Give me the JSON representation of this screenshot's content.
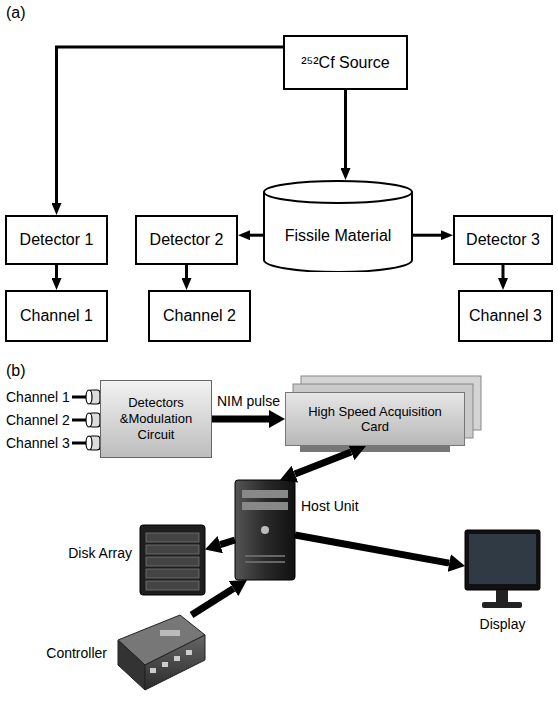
{
  "diagram": {
    "nodes": [
      {
        "text": [
          "²⁵²Cf Source"
        ]
      },
      {
        "text": [
          "Detector 1"
        ]
      },
      {
        "text": [
          "Detector 2"
        ]
      },
      {
        "text": [
          "Fissile Material"
        ]
      },
      {
        "text": [
          "Detector 3"
        ]
      },
      {
        "text": [
          "Channel 1"
        ]
      },
      {
        "text": [
          "Channel 2"
        ]
      },
      {
        "text": [
          "Channel 3"
        ]
      },
      {
        "text": [
          "Detectors &Modulation Circuit"
        ]
      },
      {
        "text": [
          "High Speed Acquisition Card"
        ]
      },
      {
        "text": [
          "Disk Array"
        ]
      },
      {
        "text": [
          "Host Unit"
        ]
      },
      {
        "text": [
          "Controller"
        ]
      },
      {
        "text": [
          "Display"
        ]
      }
    ],
    "edges": [
      {
        "from": 0,
        "to": 1,
        "arrow": "to"
      },
      {
        "from": 0,
        "to": 3,
        "arrow": "to"
      },
      {
        "from": 3,
        "to": 2,
        "arrow": "to"
      },
      {
        "from": 3,
        "to": 4,
        "arrow": "to"
      },
      {
        "from": 1,
        "to": 5,
        "arrow": "to"
      },
      {
        "from": 2,
        "to": 6,
        "arrow": "to"
      },
      {
        "from": 4,
        "to": 7,
        "arrow": "to"
      },
      {
        "from": 8,
        "to": 9,
        "label": "NIM pulse",
        "arrow": "to"
      },
      {
        "from": 9,
        "to": 11,
        "arrow": "both"
      },
      {
        "from": 11,
        "to": 10,
        "arrow": "to"
      },
      {
        "from": 12,
        "to": 11,
        "arrow": "to"
      },
      {
        "from": 11,
        "to": 13,
        "arrow": "to"
      }
    ],
    "labels": [
      "(a)",
      "(b)",
      "Channel 1",
      "Channel 2",
      "Channel 3"
    ]
  }
}
